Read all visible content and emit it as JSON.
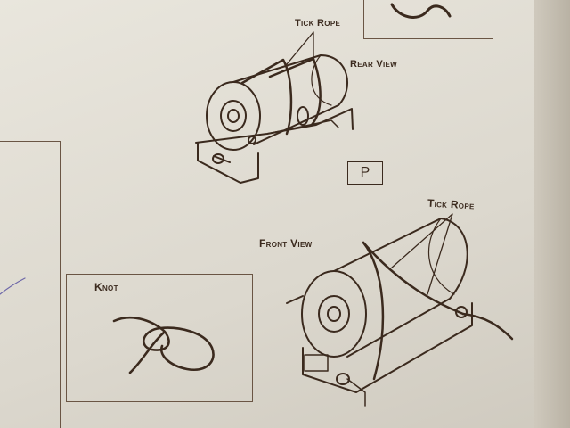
{
  "labels": {
    "tick_rope_top": "Tick Rope",
    "rear_view": "Rear View",
    "tick_rope_right": "Tick Rope",
    "front_view": "Front View",
    "knot": "Knot",
    "p_box": "P"
  },
  "colors": {
    "paper": "#e3e0d7",
    "ink": "#3b2a1e",
    "background": "#5a4a35"
  }
}
